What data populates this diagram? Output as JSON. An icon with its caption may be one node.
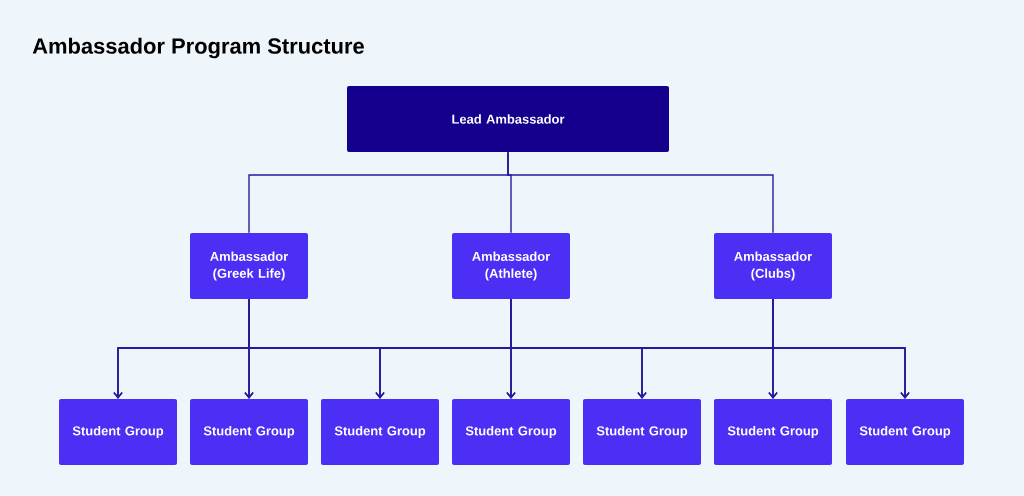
{
  "diagram": {
    "title": "Ambassador Program Structure",
    "nodes": [
      {
        "text": [
          "Lead Ambassador"
        ]
      },
      {
        "text": [
          "Ambassador (Greek Life)"
        ]
      },
      {
        "text": [
          "Ambassador (Athlete)"
        ]
      },
      {
        "text": [
          "Ambassador (Clubs)"
        ]
      },
      {
        "text": [
          "Student Group"
        ]
      },
      {
        "text": [
          "Student Group"
        ]
      },
      {
        "text": [
          "Student Group"
        ]
      },
      {
        "text": [
          "Student Group"
        ]
      },
      {
        "text": [
          "Student Group"
        ]
      },
      {
        "text": [
          "Student Group"
        ]
      },
      {
        "text": [
          "Student Group"
        ]
      }
    ],
    "edges": [
      {
        "from": 0,
        "to": 1,
        "arrow": "none"
      },
      {
        "from": 0,
        "to": 2,
        "arrow": "none"
      },
      {
        "from": 0,
        "to": 3,
        "arrow": "none"
      },
      {
        "from": 1,
        "to": 4,
        "arrow": "to"
      },
      {
        "from": 1,
        "to": 5,
        "arrow": "to"
      },
      {
        "from": 1,
        "to": 6,
        "arrow": "to"
      },
      {
        "from": 1,
        "to": 7,
        "arrow": "to"
      },
      {
        "from": 1,
        "to": 8,
        "arrow": "to"
      },
      {
        "from": 1,
        "to": 9,
        "arrow": "to"
      },
      {
        "from": 1,
        "to": 10,
        "arrow": "to"
      },
      {
        "from": 2,
        "to": 4,
        "arrow": "to"
      },
      {
        "from": 2,
        "to": 5,
        "arrow": "to"
      },
      {
        "from": 2,
        "to": 6,
        "arrow": "to"
      },
      {
        "from": 2,
        "to": 7,
        "arrow": "to"
      },
      {
        "from": 2,
        "to": 8,
        "arrow": "to"
      },
      {
        "from": 2,
        "to": 9,
        "arrow": "to"
      },
      {
        "from": 2,
        "to": 10,
        "arrow": "to"
      },
      {
        "from": 3,
        "to": 4,
        "arrow": "to"
      },
      {
        "from": 3,
        "to": 5,
        "arrow": "to"
      },
      {
        "from": 3,
        "to": 6,
        "arrow": "to"
      },
      {
        "from": 3,
        "to": 7,
        "arrow": "to"
      },
      {
        "from": 3,
        "to": 8,
        "arrow": "to"
      },
      {
        "from": 3,
        "to": 9,
        "arrow": "to"
      },
      {
        "from": 3,
        "to": 10,
        "arrow": "to"
      }
    ]
  }
}
